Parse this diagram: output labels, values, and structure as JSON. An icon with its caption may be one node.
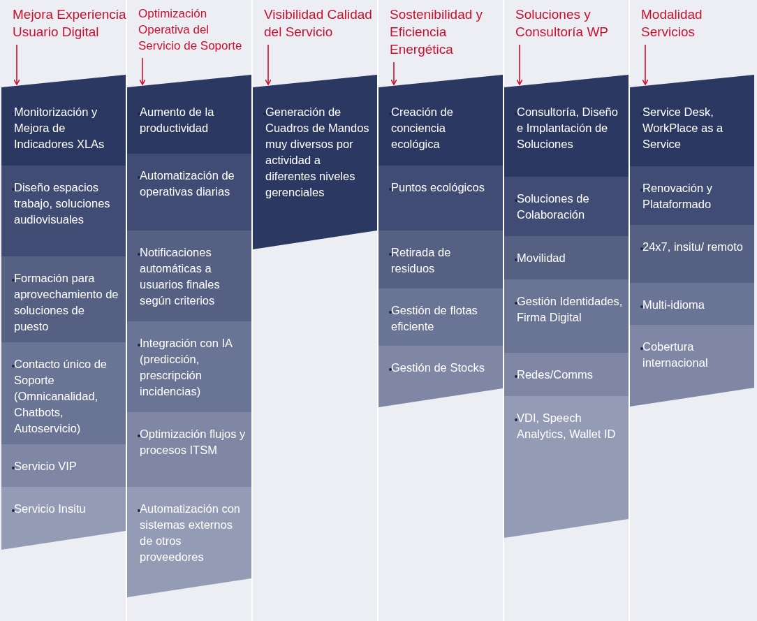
{
  "diagram": {
    "nodes": [
      {
        "text": [
          "Mejora Experiencia Usuario Digital"
        ]
      },
      {
        "text": [
          "Monitorización y Mejora de Indicadores XLAs"
        ]
      },
      {
        "text": [
          "Diseño espacios trabajo, soluciones audiovisuales"
        ]
      },
      {
        "text": [
          "Formación para aprovechamiento de soluciones de puesto"
        ]
      },
      {
        "text": [
          "Contacto único de Soporte (Omnicanalidad, Chatbots, Autoservicio)"
        ]
      },
      {
        "text": [
          "Servicio VIP"
        ]
      },
      {
        "text": [
          "Servicio Insitu"
        ]
      },
      {
        "text": [
          "Optimización Operativa del Servicio de Soporte"
        ]
      },
      {
        "text": [
          "Aumento de la productividad"
        ]
      },
      {
        "text": [
          "Automatización de operativas diarias"
        ]
      },
      {
        "text": [
          "Notificaciones automáticas a usuarios finales según criterios"
        ]
      },
      {
        "text": [
          "Integración con IA (predicción, prescripción incidencias)"
        ]
      },
      {
        "text": [
          "Optimización flujos y procesos ITSM"
        ]
      },
      {
        "text": [
          "Automatización con sistemas externos de otros proveedores"
        ]
      },
      {
        "text": [
          "Visibilidad Calidad del Servicio"
        ]
      },
      {
        "text": [
          "Generación de Cuadros de Mandos muy diversos por actividad a diferentes niveles gerenciales"
        ]
      },
      {
        "text": [
          "Sostenibilidad y Eficiencia Energética"
        ]
      },
      {
        "text": [
          "Creación de conciencia ecológica"
        ]
      },
      {
        "text": [
          "Puntos ecológicos"
        ]
      },
      {
        "text": [
          "Retirada de residuos"
        ]
      },
      {
        "text": [
          "Gestión de flotas eficiente"
        ]
      },
      {
        "text": [
          "Gestión de Stocks"
        ]
      },
      {
        "text": [
          "Soluciones y Consultoría WP"
        ]
      },
      {
        "text": [
          "Consultoría, Diseño e Implantación de Soluciones"
        ]
      },
      {
        "text": [
          "Soluciones de Colaboración"
        ]
      },
      {
        "text": [
          "Movilidad"
        ]
      },
      {
        "text": [
          "Gestión Identidades, Firma Digital"
        ]
      },
      {
        "text": [
          "Redes/Comms"
        ]
      },
      {
        "text": [
          "VDI, Speech Analytics, Wallet ID"
        ]
      },
      {
        "text": [
          "Modalidad Servicios"
        ]
      },
      {
        "text": [
          "Service Desk, WorkPlace as a Service"
        ]
      },
      {
        "text": [
          "Renovación y Plataformado"
        ]
      },
      {
        "text": [
          "24x7, insitu/ remoto"
        ]
      },
      {
        "text": [
          "Multi-idioma"
        ]
      },
      {
        "text": [
          "Cobertura internacional"
        ]
      }
    ],
    "edges": [
      {
        "from": 0,
        "to": 1,
        "arrow": "to"
      },
      {
        "from": 7,
        "to": 8,
        "arrow": "to"
      },
      {
        "from": 14,
        "to": 15,
        "arrow": "to"
      },
      {
        "from": 16,
        "to": 17,
        "arrow": "to"
      },
      {
        "from": 22,
        "to": 23,
        "arrow": "to"
      },
      {
        "from": 29,
        "to": 30,
        "arrow": "to"
      }
    ]
  }
}
